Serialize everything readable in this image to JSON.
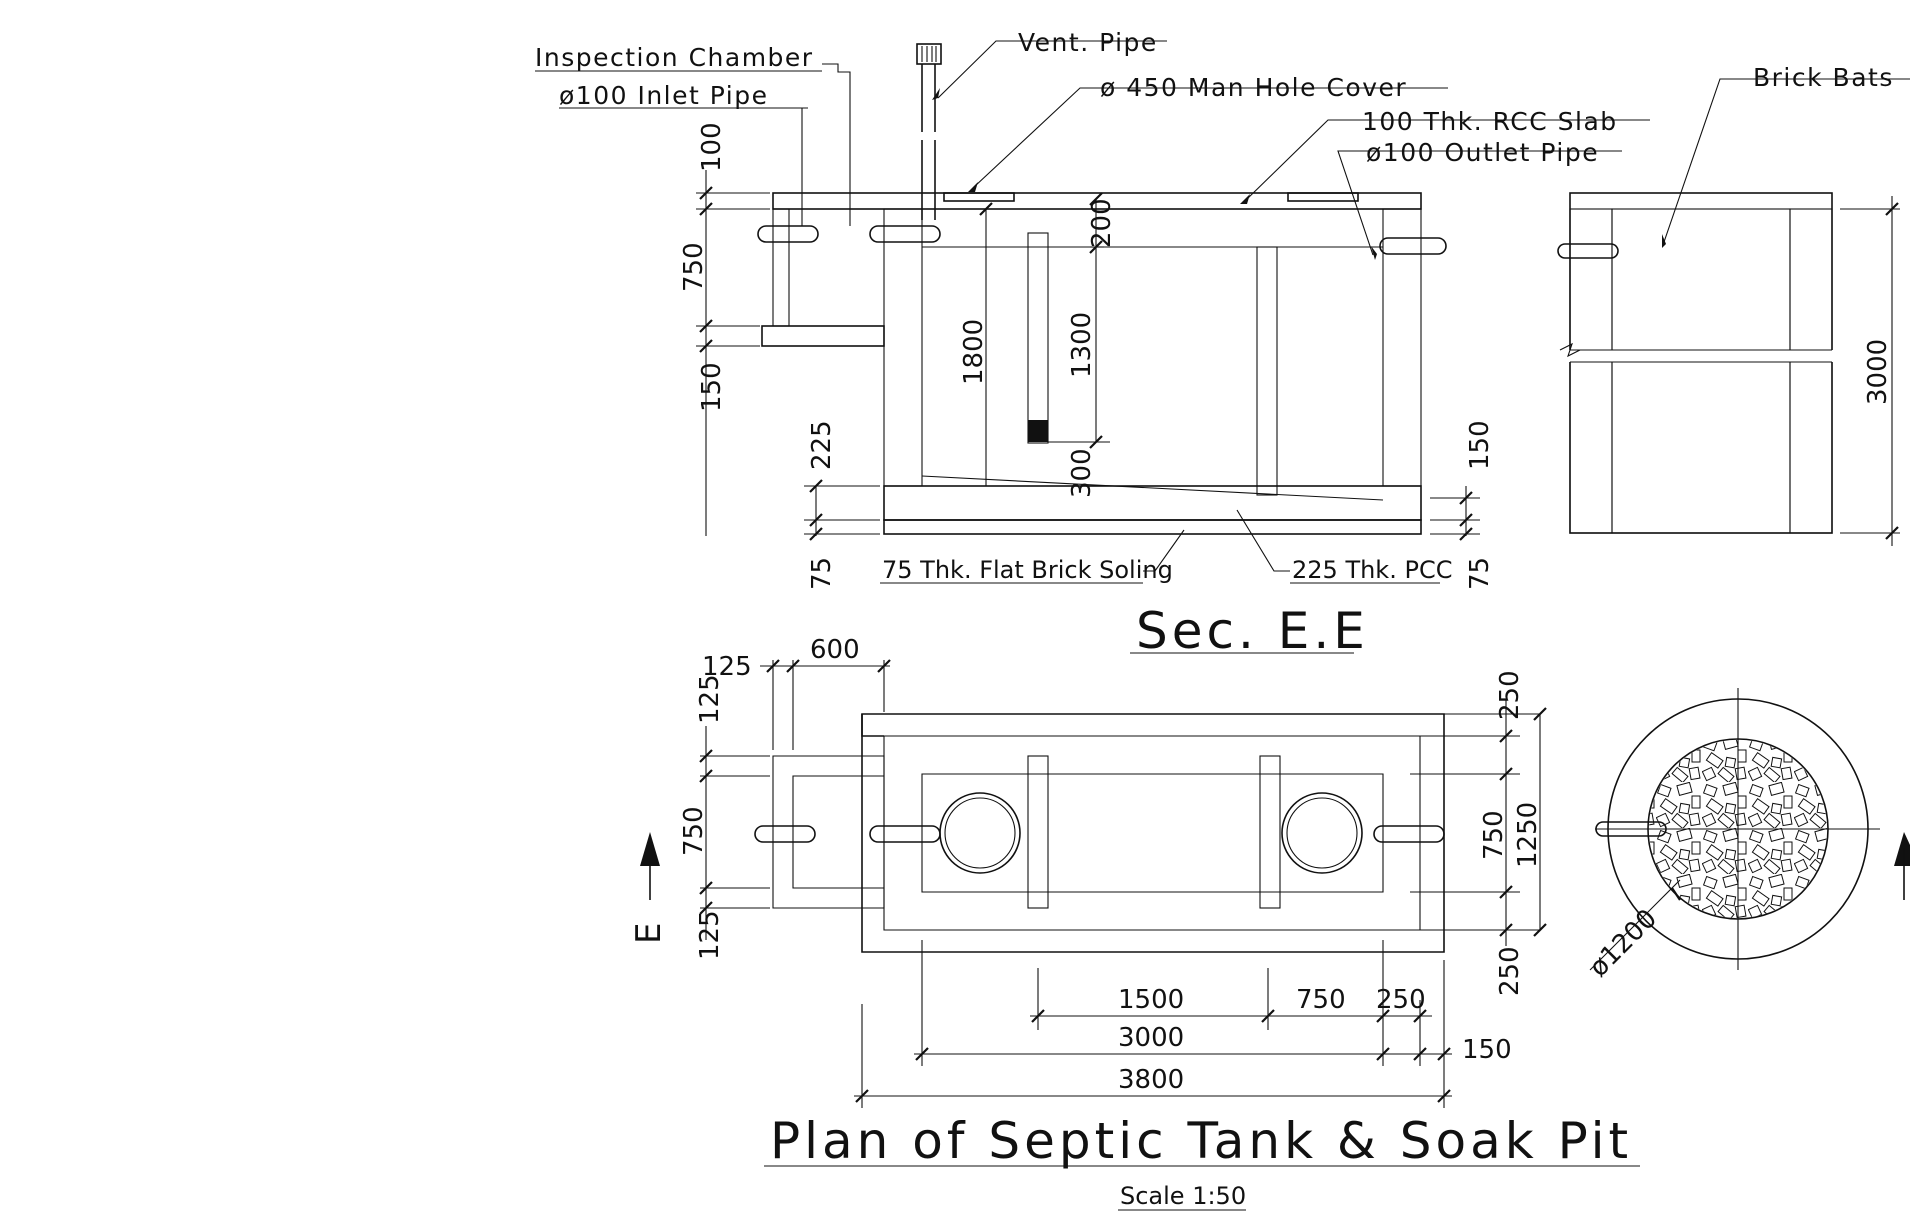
{
  "labels": {
    "inspection_chamber": "Inspection Chamber",
    "inlet_pipe": "ø100 Inlet Pipe",
    "vent_pipe": "Vent. Pipe",
    "manhole_cover": "ø 450 Man Hole Cover",
    "rcc_slab": "100 Thk. RCC Slab",
    "outlet_pipe": "ø100 Outlet Pipe",
    "brick_bats": "Brick Bats",
    "brick_soling": "75 Thk. Flat Brick Soling",
    "pcc": "225 Thk. PCC"
  },
  "section": {
    "title": "Sec. E.E",
    "dims": {
      "d100": "100",
      "d750": "750",
      "d150": "150",
      "d225": "225",
      "d75": "75",
      "d1800": "1800",
      "d200": "200",
      "d1300": "1300",
      "d300": "300",
      "r150": "150",
      "r75": "75",
      "soak3000": "3000"
    }
  },
  "plan": {
    "title": "Plan of Septic Tank & Soak Pit",
    "scale": "Scale 1:50",
    "section_marker": "E",
    "dims": {
      "t125": "125",
      "t600": "600",
      "l125a": "125",
      "l750": "750",
      "l125b": "125",
      "r250a": "250",
      "r750": "750",
      "r1250": "1250",
      "r250b": "250",
      "b1500": "1500",
      "b750": "750",
      "b250": "250",
      "b3000": "3000",
      "b150": "150",
      "b3800": "3800",
      "soak_dia": "ø1200"
    }
  }
}
